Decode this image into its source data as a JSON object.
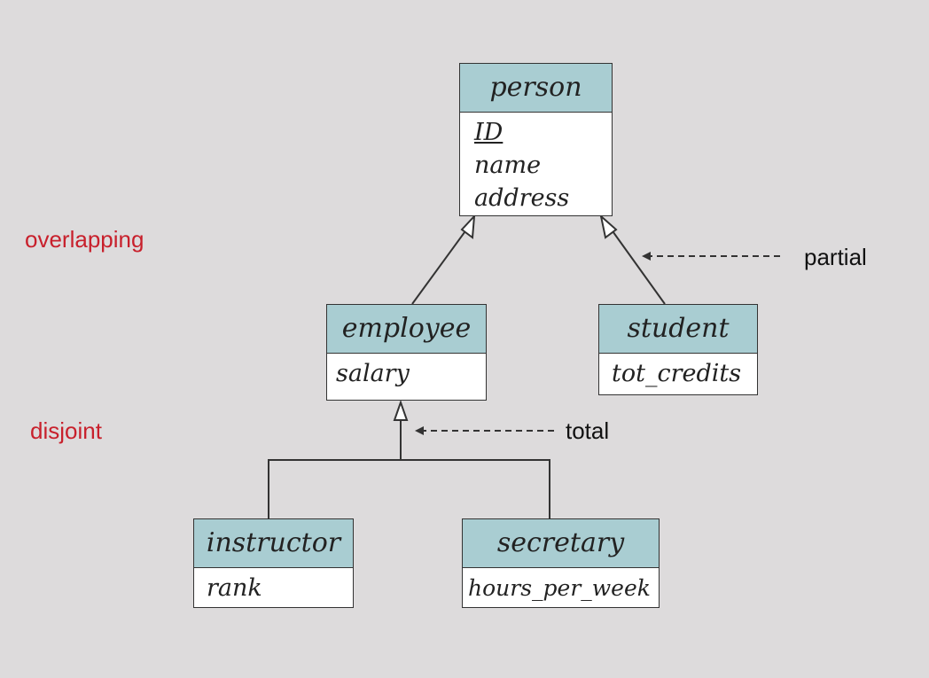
{
  "entities": {
    "person": {
      "name": "person",
      "attrs": [
        "ID",
        "name",
        "address"
      ]
    },
    "employee": {
      "name": "employee",
      "attrs": [
        "salary"
      ]
    },
    "student": {
      "name": "student",
      "attrs": [
        "tot_credits"
      ]
    },
    "instructor": {
      "name": "instructor",
      "attrs": [
        "rank"
      ]
    },
    "secretary": {
      "name": "secretary",
      "attrs": [
        "hours_per_week"
      ]
    }
  },
  "labels": {
    "overlapping": "overlapping",
    "disjoint": "disjoint",
    "partial": "partial",
    "total": "total"
  },
  "colors": {
    "header_fill": "#a9cdd2",
    "constraint_text": "#c8202c",
    "background": "#dddbdc"
  }
}
